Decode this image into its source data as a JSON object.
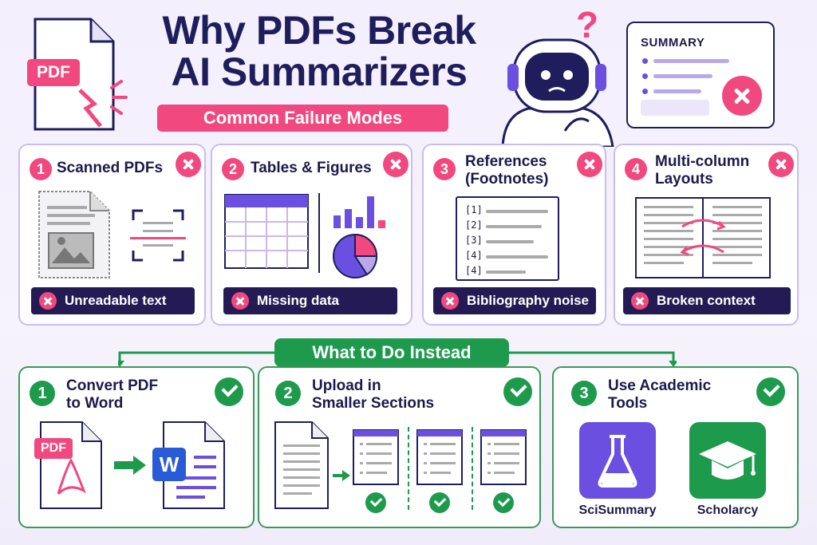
{
  "header": {
    "title_line1": "Why PDFs Break",
    "title_line2": "AI Summarizers",
    "subtitle": "Common Failure Modes",
    "pdf_badge": "PDF"
  },
  "summary_panel": {
    "title": "SUMMARY",
    "question_mark": "?"
  },
  "failure_modes": [
    {
      "number": "1",
      "title": "Scanned PDFs",
      "issue": "Unreadable text"
    },
    {
      "number": "2",
      "title": "Tables & Figures",
      "issue": "Missing data"
    },
    {
      "number": "3",
      "title_line1": "References",
      "title_line2": "(Footnotes)",
      "issue": "Bibliography noise",
      "refs": [
        "[1]",
        "[2]",
        "[3]",
        "[4]",
        "[4]"
      ]
    },
    {
      "number": "4",
      "title_line1": "Multi-column",
      "title_line2": "Layouts",
      "issue": "Broken context"
    }
  ],
  "instead": {
    "label": "What to Do Instead"
  },
  "solutions": [
    {
      "number": "1",
      "title_line1": "Convert PDF",
      "title_line2": "to Word",
      "pdf_label": "PDF",
      "word_label": "W"
    },
    {
      "number": "2",
      "title_line1": "Upload in",
      "title_line2": "Smaller Sections"
    },
    {
      "number": "3",
      "title_line1": "Use Academic",
      "title_line2": "Tools",
      "tools": [
        "SciSummary",
        "Scholarcy"
      ]
    }
  ],
  "colors": {
    "navy": "#1f1d5c",
    "pink": "#f0487f",
    "green": "#1e9a4c",
    "purple": "#6a4fe0",
    "bar": "#241b55"
  }
}
